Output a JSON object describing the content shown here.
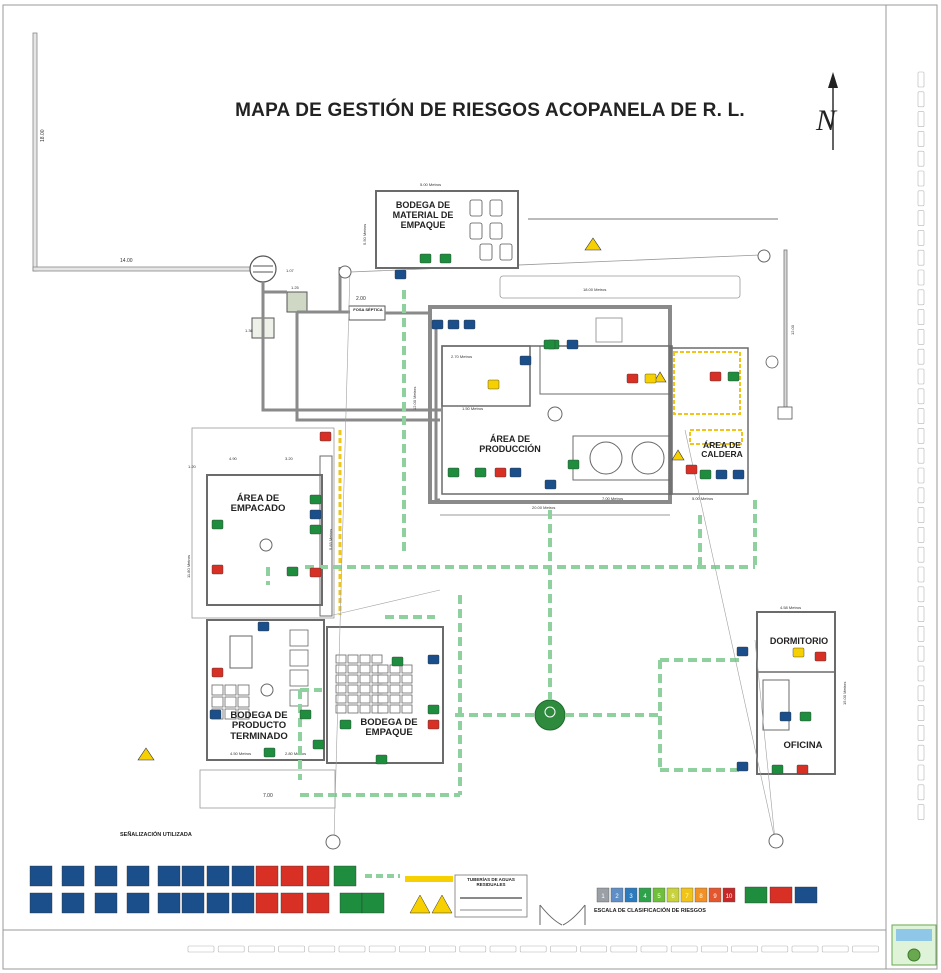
{
  "title": "MAPA DE GESTIÓN DE RIESGOS ACOPANELA DE R. L.",
  "north_label": "N",
  "rooms": {
    "bodega_material": "BODEGA DE MATERIAL DE EMPAQUE",
    "produccion": "ÁREA DE PRODUCCIÓN",
    "caldera": "ÁREA DE CALDERA",
    "empacado": "ÁREA DE EMPACADO",
    "producto_terminado": "BODEGA DE PRODUCTO TERMINADO",
    "bodega_empaque": "BODEGA DE EMPAQUE",
    "dormitorio": "DORMITORIO",
    "oficina": "OFICINA"
  },
  "fosa_septica": "FOSA SÉPTICA",
  "dimensions": {
    "d_18_00": "18.00",
    "d_14_00": "14.00",
    "d_5_00_metros": "5.00 Metros",
    "d_5_50_metros": "5.50 Metros",
    "d_18_00_metros": "18.00 Metros",
    "d_2_00": "2.00",
    "d_1_25": "1.25",
    "d_1_07": "1.07",
    "d_1_36": "1.36",
    "d_12_00_metros": "12.00 Metros",
    "d_12_00": "12.00",
    "d_6_85_metros": "6.85 Metros",
    "d_4_90": "4.90",
    "d_3_20": "3.20",
    "d_1_20": "1.20",
    "d_11_80_metros": "11.80 Metros",
    "d_5_83_metros": "5.83 Metros",
    "d_2_70_metros": "2.70 Metros",
    "d_1_50_metros": "1.50 Metros",
    "d_20_00_metros": "20.00 Metros",
    "d_7_00_metros": "7.00 Metros",
    "d_5_00_metros_b": "5.00 Metros",
    "d_4_50_metros": "4.50 Metros",
    "d_2_80_metros": "2.80 Metros",
    "d_7_00": "7.00",
    "d_4_58_metros": "4.58 Metros",
    "d_15_00_metros": "15.00 Metros"
  },
  "legend": {
    "senalizacion": "SEÑALIZACIÓN UTILIZADA",
    "tuberias_title": "TUBERÍAS DE AGUAS RESIDUALES",
    "escala_title": "ESCALA DE CLASIFICACIÓN DE RIESGOS",
    "scale_values": [
      "1",
      "2",
      "3",
      "4",
      "5",
      "6",
      "7",
      "8",
      "9",
      "10"
    ],
    "scale_colors": [
      "#9aa0a6",
      "#5f8fc6",
      "#2c7bbf",
      "#2ea24a",
      "#6fbf3a",
      "#c8d23a",
      "#f0c419",
      "#f29024",
      "#e4572e",
      "#c62828"
    ]
  },
  "colors": {
    "route_green": "#8fd19e",
    "sign_green": "#1e8e3e",
    "sign_red": "#d93025",
    "sign_blue": "#1a4f8b",
    "warning_yellow": "#f6d000",
    "wall": "#6b6b6b",
    "pipe": "#7a7a7a"
  }
}
